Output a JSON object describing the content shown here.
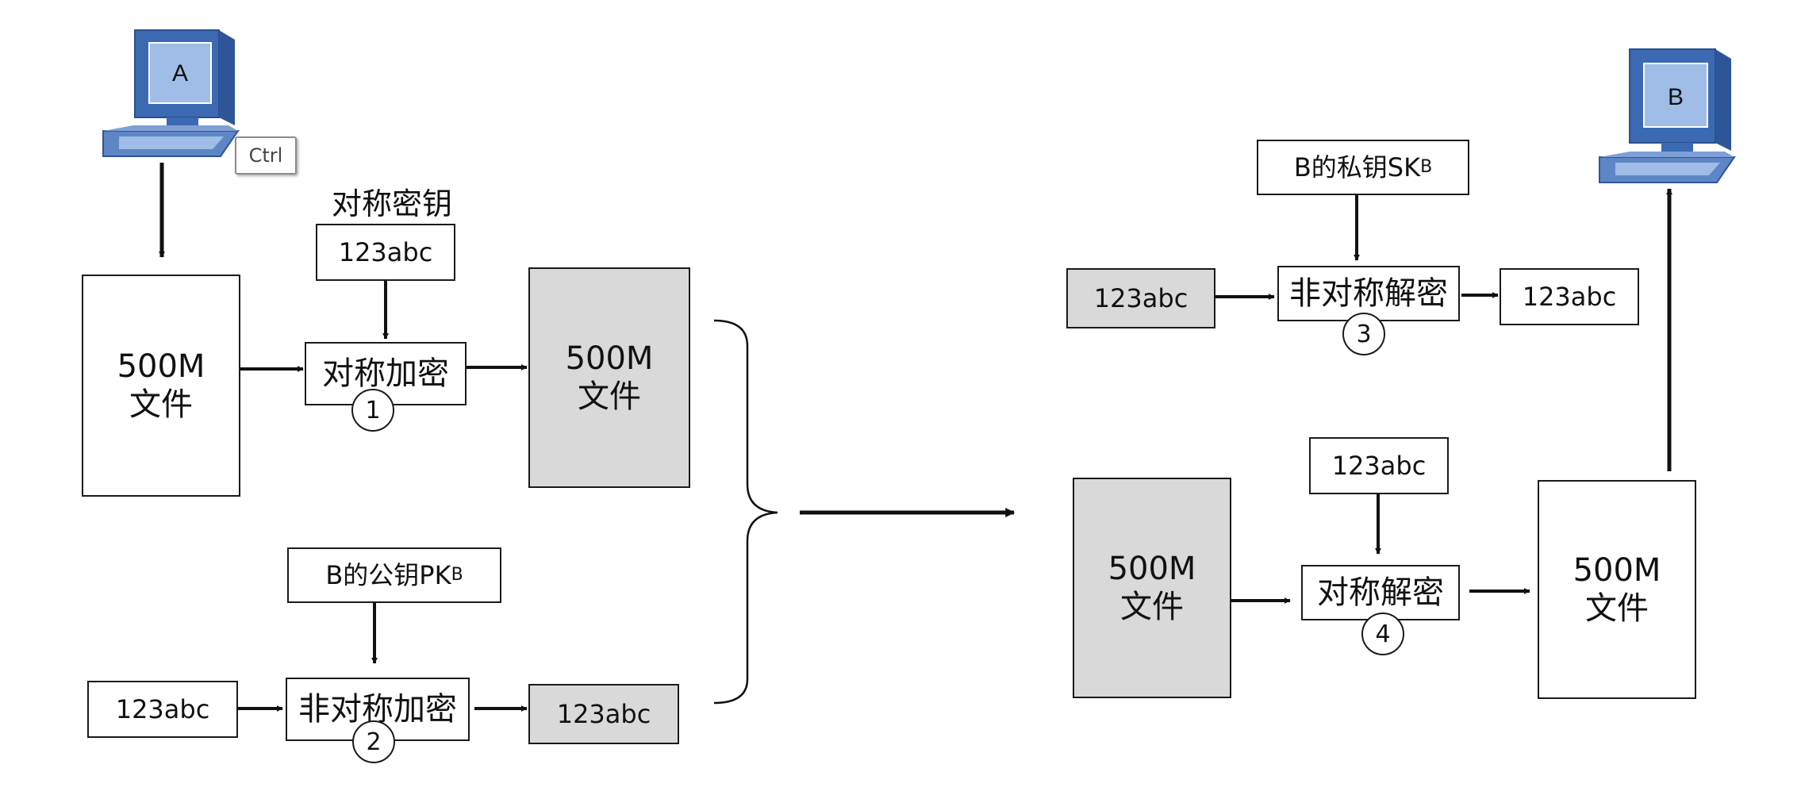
{
  "computers": {
    "sender": "A",
    "receiver": "B"
  },
  "ctrl_key": "Ctrl",
  "left": {
    "plain_file": "500M\n文件",
    "sym_key_caption": "对称密钥",
    "sym_key": "123abc",
    "sym_encrypt": "对称加密",
    "step1": "1",
    "cipher_file": "500M\n文件",
    "pub_key": {
      "main": "B的公钥PK",
      "sub": "B"
    },
    "key_plain": "123abc",
    "asym_encrypt": "非对称加密",
    "step2": "2",
    "key_cipher": "123abc"
  },
  "right": {
    "priv_key": {
      "main": "B的私钥SK",
      "sub": "B"
    },
    "key_cipher": "123abc",
    "asym_decrypt": "非对称解密",
    "step3": "3",
    "key_plain": "123abc",
    "sym_key": "123abc",
    "cipher_file": "500M\n文件",
    "sym_decrypt": "对称解密",
    "step4": "4",
    "plain_file": "500M\n文件"
  },
  "colors": {
    "line": "#111111",
    "cipher_fill": "#d9d9d9",
    "monitor_frame": "#3b6ab3",
    "monitor_face": "#9fbde6"
  }
}
